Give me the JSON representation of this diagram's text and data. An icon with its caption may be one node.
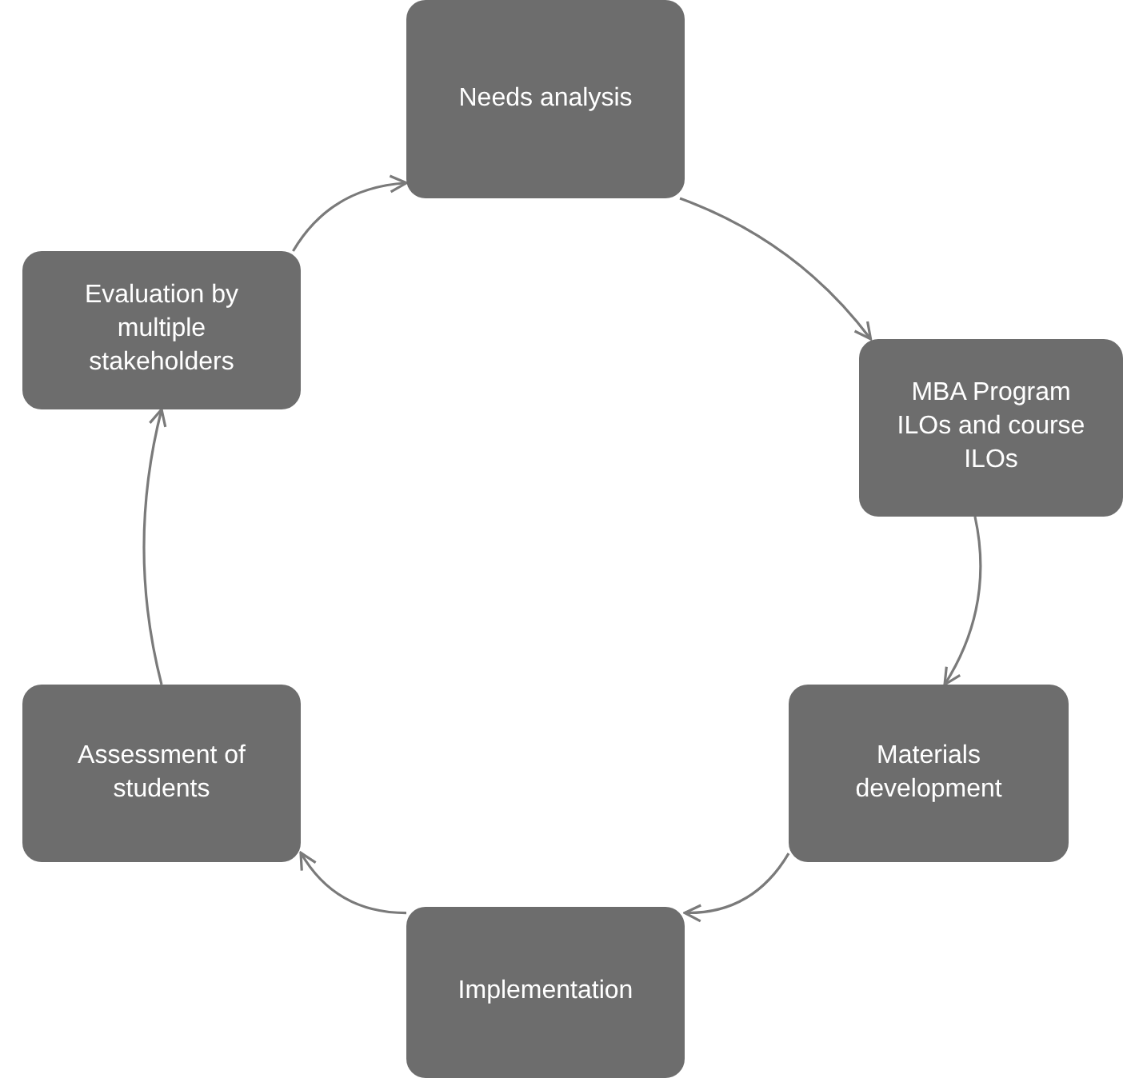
{
  "diagram": {
    "nodes": [
      {
        "text": [
          "Needs analysis"
        ]
      },
      {
        "text": [
          "MBA Program ILOs and course ILOs"
        ]
      },
      {
        "text": [
          "Materials development"
        ]
      },
      {
        "text": [
          "Implementation"
        ]
      },
      {
        "text": [
          "Assessment of students"
        ]
      },
      {
        "text": [
          "Evaluation by multiple stakeholders"
        ]
      }
    ],
    "edges": [
      {
        "from": 0,
        "to": 1,
        "arrow": "to"
      },
      {
        "from": 1,
        "to": 2,
        "arrow": "to"
      },
      {
        "from": 2,
        "to": 3,
        "arrow": "to"
      },
      {
        "from": 3,
        "to": 4,
        "arrow": "to"
      },
      {
        "from": 4,
        "to": 5,
        "arrow": "to"
      },
      {
        "from": 5,
        "to": 0,
        "arrow": "to"
      }
    ]
  }
}
